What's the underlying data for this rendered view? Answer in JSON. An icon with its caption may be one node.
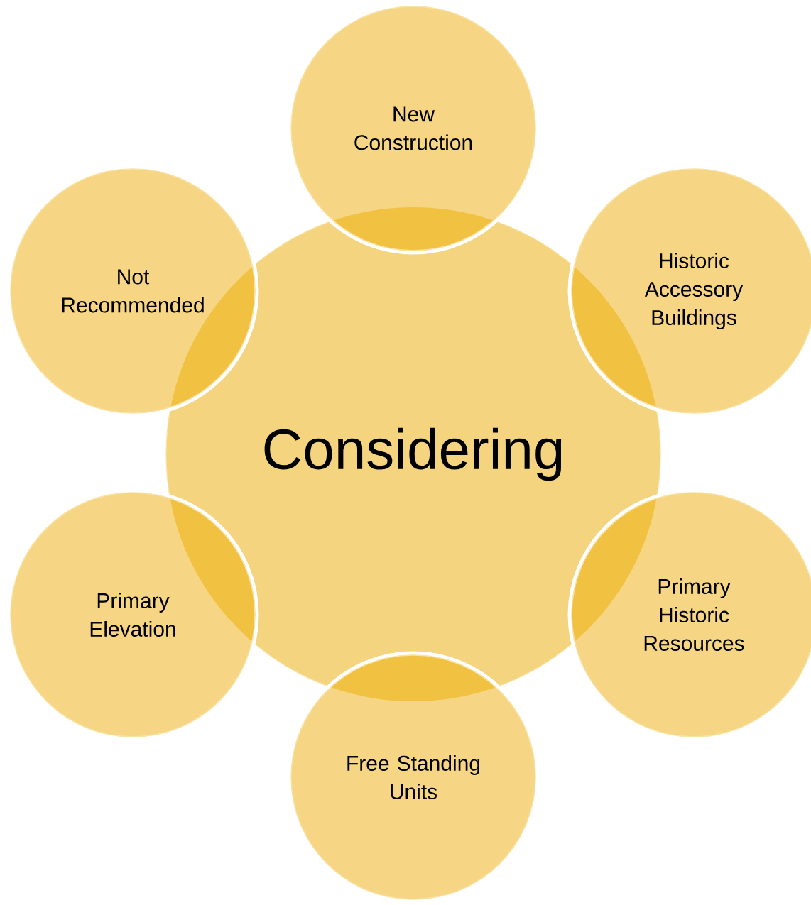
{
  "diagram": {
    "nodes": [
      {
        "text": [
          "Considering"
        ]
      },
      {
        "text": [
          "New Construction"
        ]
      },
      {
        "text": [
          "Historic Accessory Buildings"
        ]
      },
      {
        "text": [
          "Primary Historic Resources"
        ]
      },
      {
        "text": [
          "Free Standing Units"
        ]
      },
      {
        "text": [
          "Primary Elevation"
        ]
      },
      {
        "text": [
          "Not Recommended"
        ]
      }
    ]
  }
}
